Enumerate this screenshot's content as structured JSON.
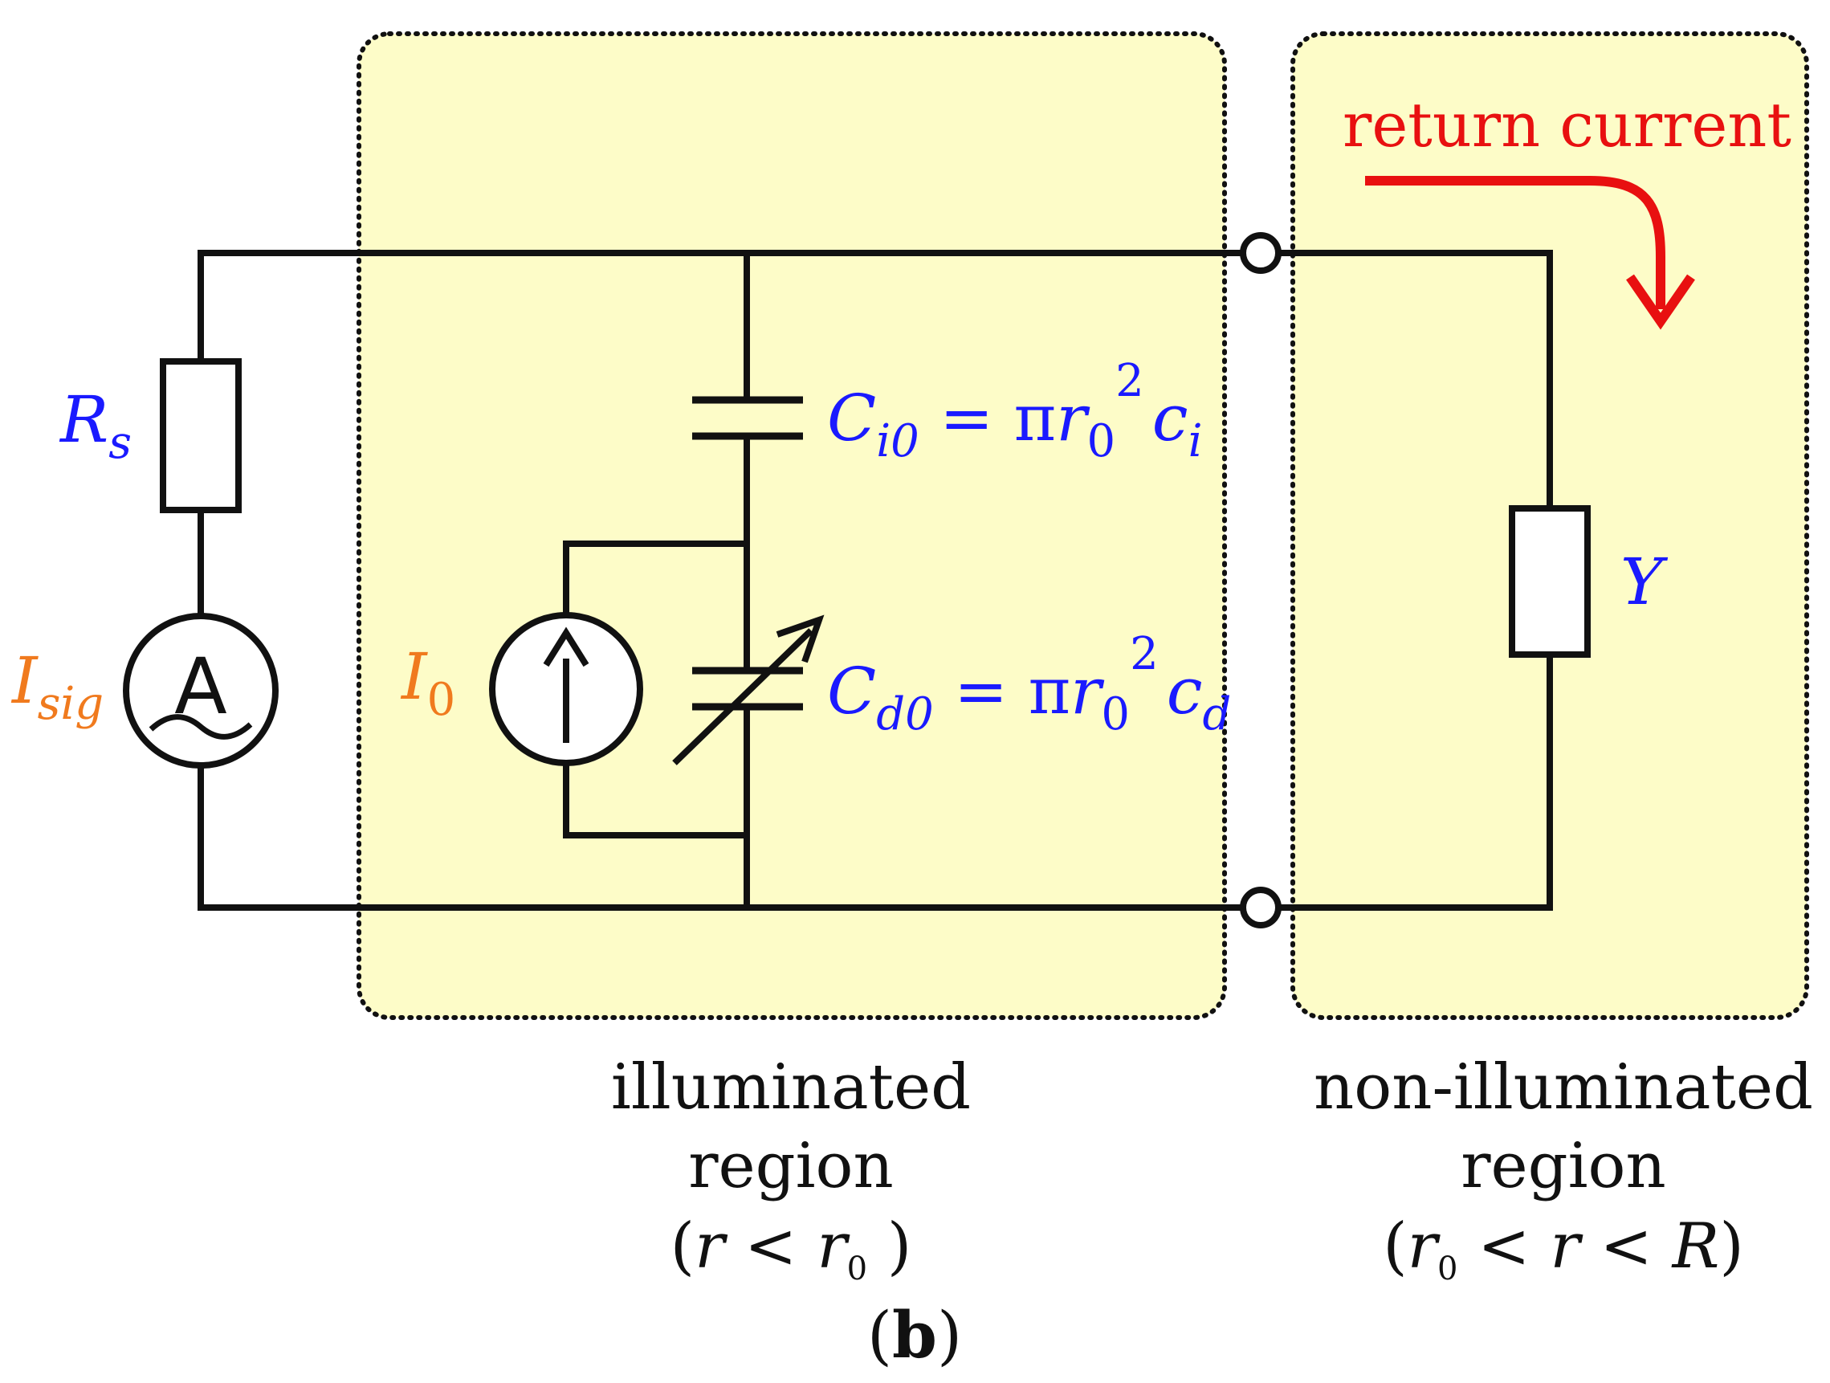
{
  "colors": {
    "region_fill": "#fdfcc8",
    "blue": "#1a1aff",
    "orange": "#f07a1e",
    "red": "#e81010",
    "wire": "#111111"
  },
  "labels": {
    "rs_main": "R",
    "rs_sub": "s",
    "isig_main": "I",
    "isig_sub": "sig",
    "ammeter": "A",
    "i0_main": "I",
    "i0_sub": "0",
    "ci0_c": "C",
    "ci0_sub": "i0",
    "ci0_eq": " = π",
    "ci0_r": "r",
    "ci0_rsub": "0",
    "ci0_sup": "2",
    "ci0_ci": "c",
    "ci0_cisub": "i",
    "cd0_c": "C",
    "cd0_sub": "d0",
    "cd0_eq": " = π",
    "cd0_r": "r",
    "cd0_rsub": "0",
    "cd0_sup": "2",
    "cd0_cd": "c",
    "cd0_cdsub": "d",
    "y": "Y",
    "return_current": "return current"
  },
  "regions": {
    "illuminated": {
      "line1": "illuminated",
      "line2": "region",
      "cond_open": "(",
      "cond_r": "r",
      "cond_lt": " < ",
      "cond_r0": "r",
      "cond_r0_sub": "0",
      "cond_close": " )"
    },
    "non_illuminated": {
      "line1": "non-illuminated",
      "line2": "region",
      "cond_open": "(",
      "cond_r0": "r",
      "cond_r0_sub": "0",
      "cond_lt1": " < ",
      "cond_r": "r",
      "cond_lt2": " < ",
      "cond_R": "R",
      "cond_close": ")"
    }
  },
  "caption": {
    "open": "(",
    "letter": "b",
    "close": ")"
  }
}
